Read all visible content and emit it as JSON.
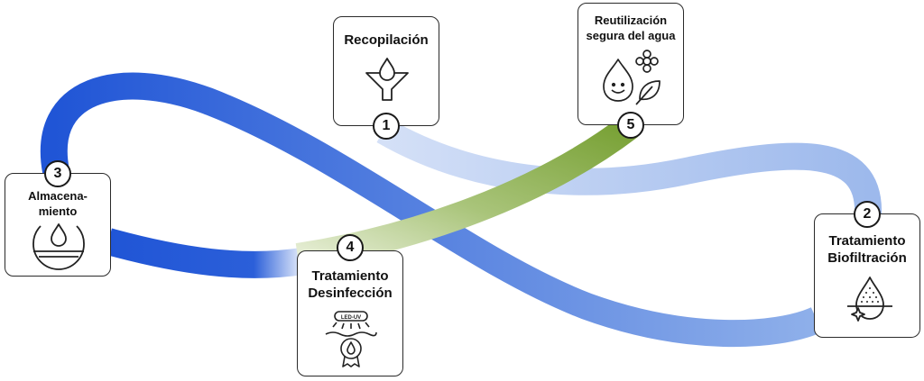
{
  "steps": [
    {
      "number": "1",
      "title": "Recopilación"
    },
    {
      "number": "2",
      "title_line1": "Tratamiento",
      "title_line2": "Biofiltración"
    },
    {
      "number": "3",
      "title_line1": "Almacena-",
      "title_line2": "miento"
    },
    {
      "number": "4",
      "title_line1": "Tratamiento",
      "title_line2": "Desinfección",
      "led_label": "LED-UV"
    },
    {
      "number": "5",
      "title_line1": "Reutilización",
      "title_line2": "segura del agua"
    }
  ],
  "colors": {
    "dark_blue": "#2055d6",
    "light_blue": "#8fb0ea",
    "pale_blue": "#c9d8f5",
    "green": "#7aa23a",
    "pale_green": "#e3ecd0"
  },
  "icons": [
    "funnel-drop-icon",
    "drop-sparkle-icon",
    "drop-water-level-icon",
    "uv-drop-badge-icon",
    "happy-drop-flower-leaf-icon"
  ]
}
